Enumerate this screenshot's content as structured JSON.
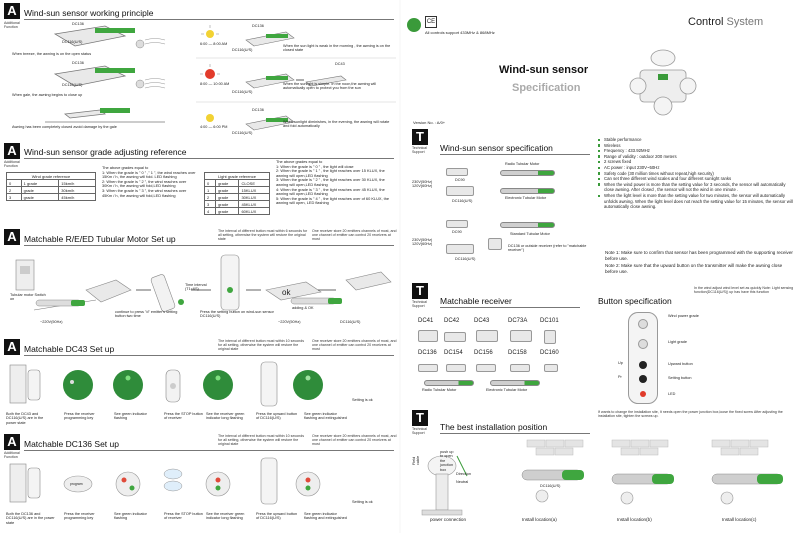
{
  "left": {
    "s1": {
      "letter": "A",
      "sub": "Additional Function",
      "title": "Wind-sun sensor working principle",
      "labels": {
        "dc136_a": "DC136",
        "dc116_a": "DC116(U/S)",
        "breeze": "When breeze, the awning is on the open status",
        "dc136_b": "DC136",
        "dc116_b": "DC116(U/S)",
        "gale": "When gale, the awning begins to close up",
        "closed": "Awning has been completely closed avoid damage by the gale",
        "time1": "6:00 — 8:00 AM",
        "dc136_c": "DC136",
        "dc116_c": "DC116(U/S)",
        "morning": "When the sun light is weak in the morning , the awning is on the closed state",
        "time2": "8:00 — 10:00 AM",
        "dc43": "DC43",
        "dc116_d": "DC116(U/S)",
        "strong": "When the sunlight is simple. In the noon,the awning will automatically open to protect you from the sun",
        "time3": "4:00 — 6:00 PM",
        "dc136_d": "DC136",
        "dc116_e": "DC116(U/S)",
        "evening": "When sunlight diminishes, in the evening, the awning will rotate and fold automatically"
      }
    },
    "s2": {
      "letter": "A",
      "sub": "Additional Function",
      "title": "Wind-sun sensor grade adjusting reference",
      "wind_table_title": "Wind grade reference",
      "wind_rows": [
        [
          "0",
          "1 grade",
          "15km/h"
        ],
        [
          "2",
          "grade",
          "30km/h"
        ],
        [
          "3",
          "grade",
          "45km/h"
        ]
      ],
      "wind_text": "The above grades equal to\n1: When the grade is \" 0 \" ,\" 1 \", the wind reaches over 15Km / h, the awning will fold. LED flashing\n2: When the grade is \" 2 \", the wind reaches over 30Km / h, the awning will fold,LED flashing\n3: When the grade is \" 3 \", the wind reaches over 45Km / h, the awning will fold,LED flashing",
      "light_table_title": "Light grade reference",
      "light_rows": [
        [
          "0",
          "grade",
          "CLOSE"
        ],
        [
          "1",
          "grade",
          "15KLUX"
        ],
        [
          "2",
          "grade",
          "30KLUX"
        ],
        [
          "3",
          "grade",
          "45KLUX"
        ],
        [
          "4",
          "grade",
          "60KLUX"
        ]
      ],
      "light_text": "The above grades equal to\n1: When the grade is \" 0 \" , the light will close\n2: When the grade is \" 1 \" , the light reaches over 15 KLUX, the awning will open,LED flashing\n3: When the grade is \" 2 \" , the light reaches over 30 KLUX, the awning will open,LED flashing\n4: When the grade is \" 3 \" , the light reaches over 45 KLUX, the awning will open,LED flashing\n5: When the grade is \" 4 \" , the light reaches over of 60 KLUX, the awning will open, LED flashing"
    },
    "s3": {
      "letter": "A",
      "title": "Matchable R/E/ED Tubular Motor Set up",
      "note1": "The interval of different button must within 6 seconds for all setting, otherwise the system will restore the original state",
      "note2": "One receiver store 20 emitters channels of most, and one channel of emitter can control 20 receivers at most",
      "motor_label": "Tubular motor Switch on",
      "volt1": "~220V(50Hz)",
      "step1": "continue to press \"d\" emitter's setting button two time",
      "interval": "Time interval (T1<6S)",
      "step2": "Press the setting button on wind-sun sensor DC116(U/S)",
      "ok": "ok",
      "adding": "adding & OK",
      "volt2": "~220V(50Hz)",
      "dc116": "DC116(U/S)"
    },
    "s4": {
      "letter": "A",
      "title": "Matchable DC43 Set up",
      "note1": "The interval of different button must within 10 seconds for all setting, otherwise the system will restore the original state",
      "note2": "One receiver store 20 emitters channels of most, and one channel of emitter can control 20 receivers at most",
      "caps": [
        "Both the DC43 and DC116(U/S) are in the power state",
        "Press the receiver programming key",
        "See green indicator flashing",
        "Press the STOP button of receiver",
        "See the receiver green indicator long flashing",
        "Press the upward button of DC116(U/S)",
        "See green indicator flashing and extinguished"
      ],
      "ok": "Setting is ok"
    },
    "s5": {
      "letter": "A",
      "sub": "Additional Function",
      "title": "Matchable DC136 Set up",
      "note1": "The interval of different button must within 10 seconds for all setting, otherwise the system will restore the original state",
      "note2": "One receiver store 20 emitters channels of most, and one channel of emitter can control 20 receivers at most",
      "program": "program",
      "caps": [
        "Both the DC136 and DC116(U/S) are in the power state",
        "Press the receiver programming key",
        "See green indicator flashing",
        "Press the STOP button of receiver",
        "See the receiver green indicator long flashing",
        "Press the upward button of DC116(U/S)",
        "See green indicator flashing and extinguished"
      ],
      "ok": "Setting is ok"
    }
  },
  "right": {
    "cert_ce": "CE",
    "support": "All controls support 433MHz & 868MHz",
    "brand_bold": "Control",
    "brand_light": " System",
    "product": "Wind-sun sensor",
    "spec_word": "Specification",
    "version": "Version No. : A/0+",
    "t1": {
      "letter": "T",
      "sub": "Technical Support",
      "title": "Wind-sun sensor specification",
      "dc90_a": "DC90",
      "radio_motor": "Radio Tubular Motor",
      "volt_a": "230V(50Hz) 120V(60Hz)",
      "dc116_a": "DC116(U/S)",
      "elec_motor": "Electronic Tubular Motor",
      "dc90_b": "DC90",
      "std_motor": "Standard Tubular Motor",
      "volt_b": "230V(50Hz) 120V(60Hz)",
      "dc116_b": "DC116(U/S)",
      "dc136_ref": "DC136 or outside receiver (refer to \"matchable receiver\")",
      "bullets": [
        "Stable performance",
        "Wireless",
        "Frequency : 433.92MHz",
        "Range of validity : outdoor 200 meters",
        "2 screws fixed",
        "AC power : input 230V~50Hz",
        "Safety code (30 million times without repeat,high security)",
        "Can set three different wind scales and four different sunlight ranks",
        "When the wind power is more than the setting value for 3 seconds, the sensor will automatically close awning. After closed , the sensor will not the wind in one minute .",
        "When the light level is more than the setting value for two minutes, the sensor will automatically unfolds awning. When the light level does not reach the setting value for 15 minutes, the sensor will automatically close awning."
      ],
      "note1": "Note 1: Make sure to confirm that sensor has been programmed with the supporting receiver before use.",
      "note2": "Note 2: Make sure that the upward button on the transmitter will make the awning close before use."
    },
    "t2": {
      "letter": "T",
      "sub": "Technical Support",
      "title": "Matchable receiver",
      "receivers_row1": [
        "DC41",
        "DC42",
        "DC43",
        "DC73A",
        "DC101"
      ],
      "receivers_row2": [
        "DC136",
        "DC154",
        "DC156",
        "DC158",
        "DC160"
      ],
      "radio_motor": "Radio Tubular Motor",
      "elec_motor": "Electronic Tubular Motor",
      "button_title": "Button specification",
      "button_note": "In the wind adjust wind level set as quickly Note: Light sensing function(DC116(U/S)) up has have this function",
      "btn_labels": [
        "Wind power grade",
        "Light grade",
        "Upward button",
        "Setting button",
        "LED"
      ],
      "btn_marks": [
        "Up",
        "Pr"
      ]
    },
    "t3": {
      "letter": "T",
      "sub": "Technical Support",
      "title": "The best installation position",
      "note": "If wants to change the installation site, It needs open the power junction box,loose the fixed screw After adjusting the installation site, tighten the screws up.",
      "direction": "Direction",
      "neutral": "Neutral",
      "field": "Field cable",
      "push": "push up to open the junction box",
      "caps": [
        "power connection",
        "Install location(a)",
        "Install location(b)",
        "Install location(c)"
      ],
      "dc116": "DC116(U/S)"
    }
  }
}
